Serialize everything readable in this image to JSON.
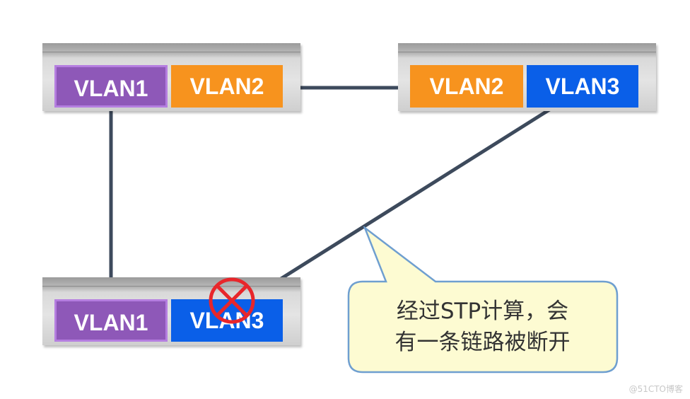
{
  "diagram": {
    "switches": {
      "top_left": {
        "ports": [
          {
            "label": "VLAN1",
            "color": "#8e58b8"
          },
          {
            "label": "VLAN2",
            "color": "#f7931e"
          }
        ]
      },
      "top_right": {
        "ports": [
          {
            "label": "VLAN2",
            "color": "#f7931e"
          },
          {
            "label": "VLAN3",
            "color": "#0a5fe8"
          }
        ]
      },
      "bottom": {
        "ports": [
          {
            "label": "VLAN1",
            "color": "#8e58b8"
          },
          {
            "label": "VLAN3",
            "color": "#0a5fe8"
          }
        ]
      }
    },
    "links": [
      {
        "from": "top_left.VLAN2",
        "to": "top_right.VLAN2",
        "status": "active"
      },
      {
        "from": "top_left.VLAN1",
        "to": "bottom.VLAN1",
        "status": "active"
      },
      {
        "from": "top_right.VLAN3",
        "to": "bottom.VLAN3",
        "status": "blocked"
      }
    ],
    "blocked_marker": {
      "icon": "blocked-x-icon",
      "color": "#e8262b"
    },
    "callout": {
      "line1": "经过STP计算，会",
      "line2": "有一条链路被断开",
      "fill": "#fdfbd2",
      "border": "#6f9fd0"
    },
    "link_color": "#3d4a5c"
  },
  "watermark": "@51CTO博客"
}
